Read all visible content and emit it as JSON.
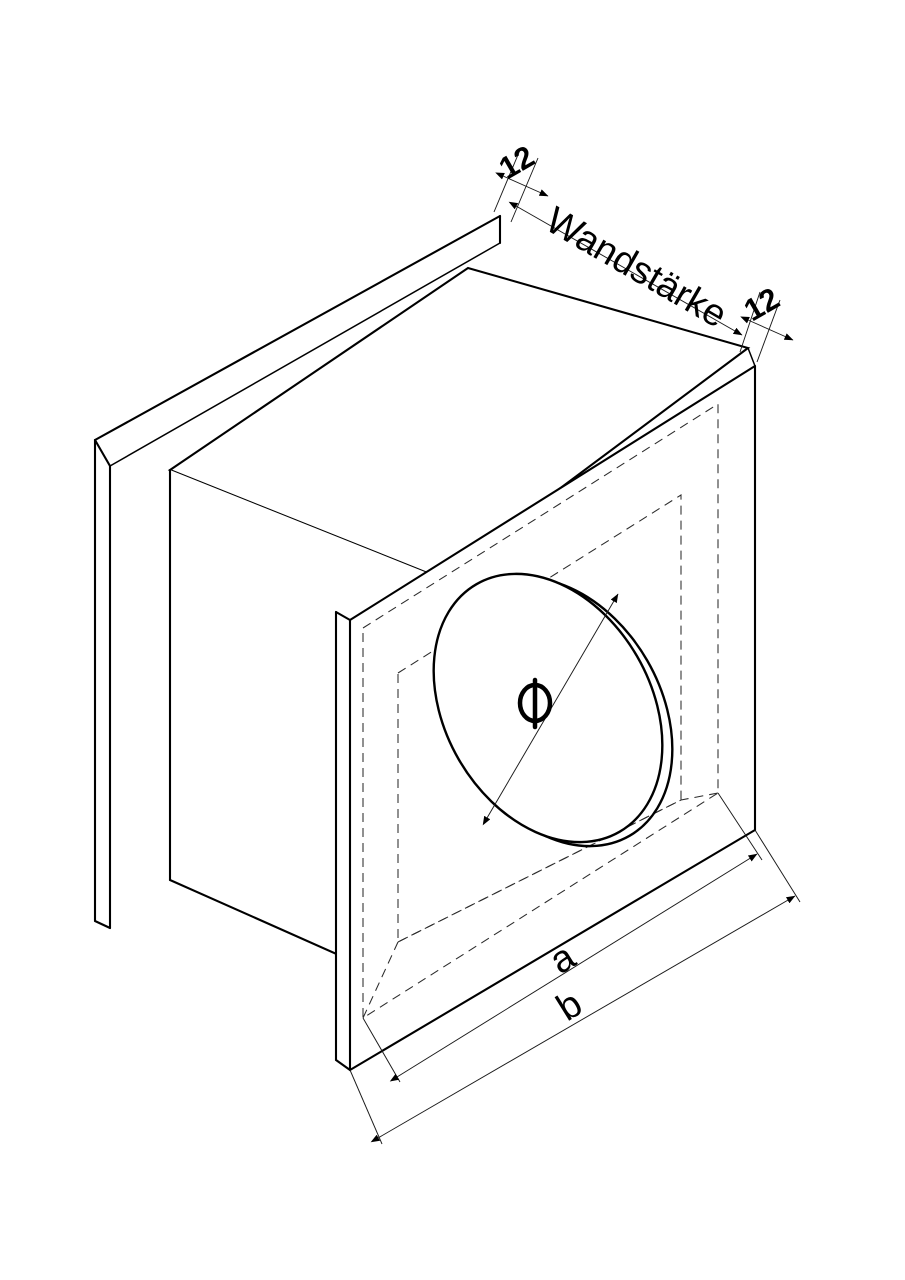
{
  "drawing": {
    "title": "Isometrische Schnittdarstellung Gehäuse mit Bohrung",
    "type": "isometric-technical-drawing",
    "background_color": "#ffffff",
    "line_color": "#000000",
    "hidden_line_color": "#2b2b2b",
    "annotations": {
      "wall_thickness_label": "Wandstärke",
      "wall_thickness_left_value": "12",
      "wall_thickness_right_value": "12",
      "diameter_symbol": "Ø",
      "dimension_a": "a",
      "dimension_b": "b"
    },
    "elements": {
      "back_plate": "back-plate",
      "box_body": "box-body",
      "front_panel": "front-panel",
      "top_panel": "top-panel",
      "left_side_panel": "left-side-panel",
      "circular_hole": "circular-hole",
      "inner_cavity_outline": "inner-cavity-outline",
      "inner_recess_outline": "inner-recess-outline"
    }
  }
}
